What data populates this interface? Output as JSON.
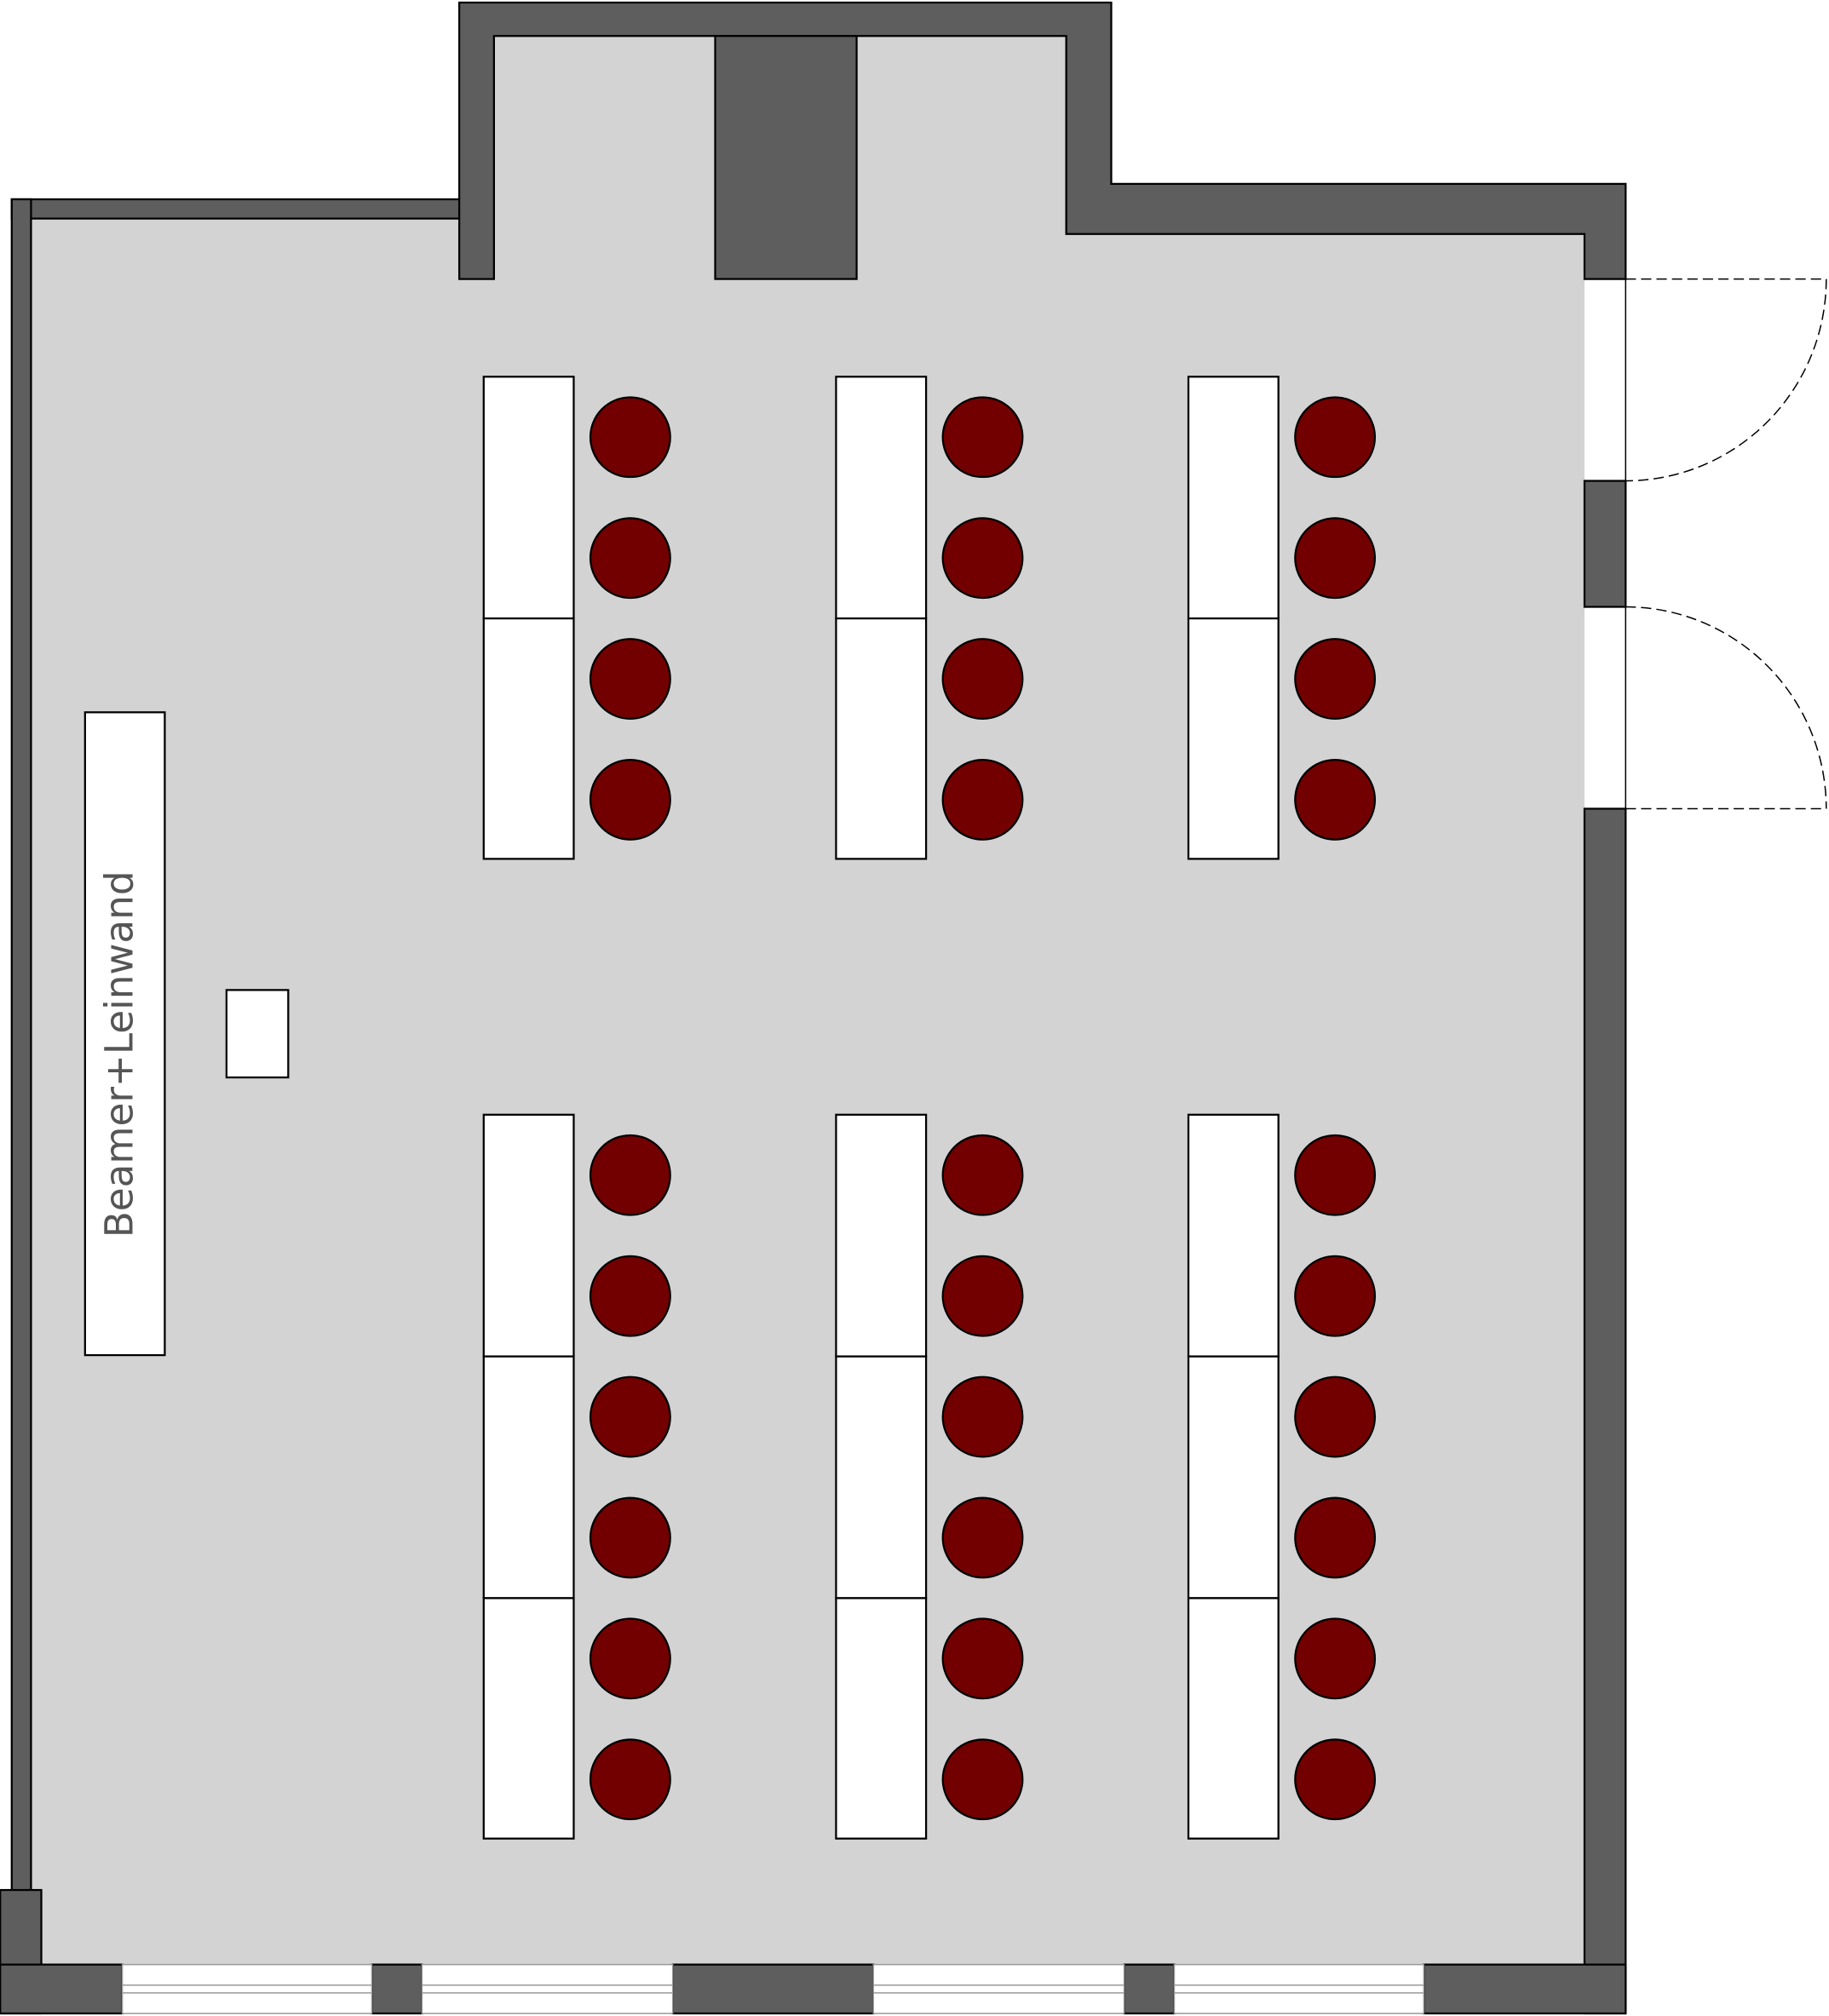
{
  "plan": {
    "label": "Beamer+Leinwand"
  },
  "colors": {
    "floor": "#d3d3d3",
    "wall": "#5e5e5e",
    "table": "#ffffff",
    "chair": "#720000",
    "outline": "#000000",
    "label": "#555555"
  },
  "layout_counts": {
    "table_blocks": 6,
    "chairs": 30
  }
}
